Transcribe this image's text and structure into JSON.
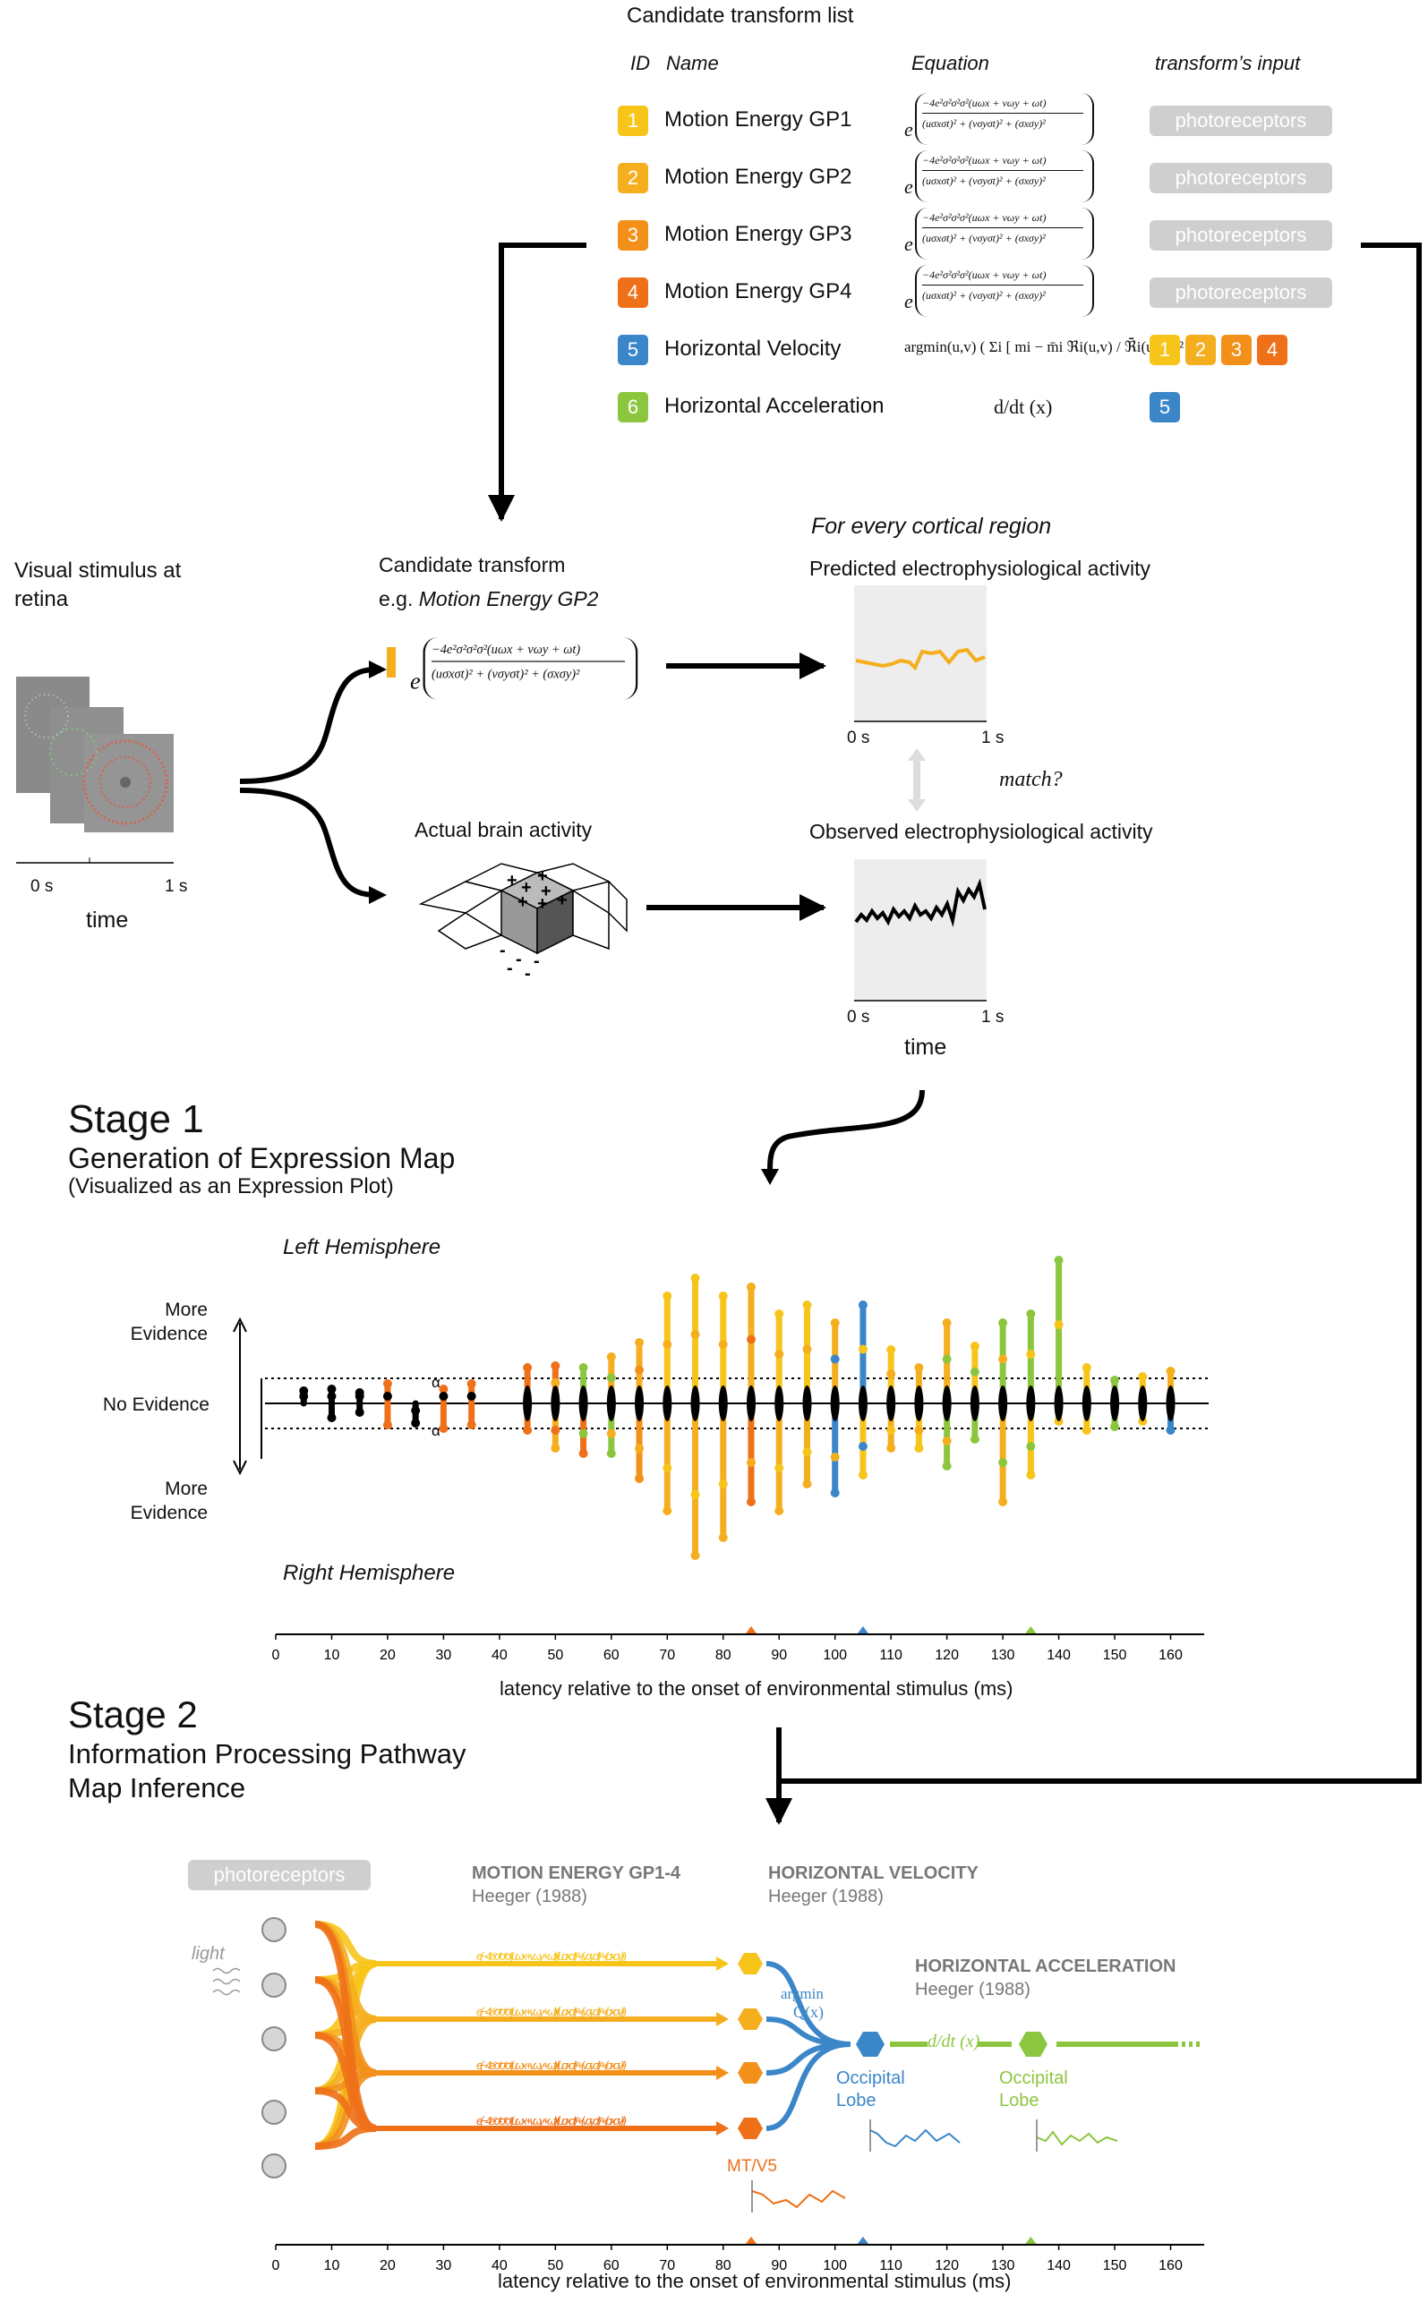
{
  "top": {
    "list_title": "Candidate transform list",
    "headers": {
      "id": "ID",
      "name": "Name",
      "equation": "Equation",
      "input": "transform’s input"
    },
    "equation_text": {
      "numerator": "−4e²σ²σ²σ²(uωx + vωy + ωt)",
      "denominator": "(uσxσt)² + (vσyσt)² + (σxσy)²",
      "e": "e"
    },
    "rows": [
      {
        "id": "1",
        "name": "Motion Energy GP1",
        "color": "#F7C51A",
        "input": "photoreceptors"
      },
      {
        "id": "2",
        "name": "Motion Energy GP2",
        "color": "#F5AE1E",
        "input": "photoreceptors"
      },
      {
        "id": "3",
        "name": "Motion Energy GP3",
        "color": "#F29019",
        "input": "photoreceptors"
      },
      {
        "id": "4",
        "name": "Motion Energy GP4",
        "color": "#EE7018",
        "input": "photoreceptors"
      },
      {
        "id": "5",
        "name": "Horizontal Velocity",
        "color": "#3A86C8",
        "equation": "argmin(u,v) ( Σi [ mi − m̄i ℜi(u,v) / ℜ̄i(u,v) ]² )",
        "input_ids": [
          "1",
          "2",
          "3",
          "4"
        ]
      },
      {
        "id": "6",
        "name": "Horizontal Acceleration",
        "color": "#8CC63F",
        "equation": "d/dt (x)",
        "input_ids": [
          "5"
        ]
      }
    ]
  },
  "middle": {
    "stimulus_label": "Visual stimulus at retina",
    "stim_t0": "0 s",
    "stim_t1": "1 s",
    "stim_time": "time",
    "candidate_title": "Candidate transform",
    "candidate_example": "e.g.",
    "candidate_example_name": "Motion Energy GP2",
    "actual_label": "Actual brain activity",
    "cortical_title": "For every cortical region",
    "predicted_label": "Predicted electrophysiological activity",
    "observed_label": "Observed electrophysiological activity",
    "pred_t0": "0 s",
    "pred_t1": "1 s",
    "obs_t0": "0 s",
    "obs_t1": "1 s",
    "obs_time": "time",
    "match": "match?"
  },
  "stage1": {
    "title": "Stage 1",
    "subtitle": "Generation of Expression Map",
    "note": "(Visualized as an Expression Plot)",
    "left_hemi": "Left Hemisphere",
    "right_hemi": "Right Hemisphere",
    "more_evidence_top": "More Evidence",
    "no_evidence": "No Evidence",
    "more_evidence_bottom": "More Evidence",
    "alpha": "α",
    "axis_label": "latency relative to the onset of environmental stimulus (ms)",
    "ticks": [
      "0",
      "10",
      "20",
      "30",
      "40",
      "50",
      "60",
      "70",
      "80",
      "90",
      "100",
      "110",
      "120",
      "130",
      "140",
      "150",
      "160"
    ]
  },
  "stage2": {
    "title": "Stage 2",
    "subtitle_line1": "Information Processing Pathway",
    "subtitle_line2": "Map Inference",
    "photoreceptors": "photoreceptors",
    "light": "light",
    "me_title": "MOTION ENERGY GP1-4",
    "me_ref": "Heeger (1988)",
    "hv_title": "HORIZONTAL VELOCITY",
    "hv_ref": "Heeger (1988)",
    "ha_title": "HORIZONTAL ACCELERATION",
    "ha_ref": "Heeger (1988)",
    "argmin": "argmin",
    "qx": "Q(x)",
    "ddt": "d/dt (x)",
    "occipital1": "Occipital Lobe",
    "occipital2": "Occipital Lobe",
    "mt": "MT/V5",
    "axis_label": "latency relative to the onset of environmental stimulus (ms)",
    "ticks": [
      "0",
      "10",
      "20",
      "30",
      "40",
      "50",
      "60",
      "70",
      "80",
      "90",
      "100",
      "110",
      "120",
      "130",
      "140",
      "150",
      "160"
    ]
  },
  "chart_data": {
    "type": "scatter",
    "title": "",
    "xlabel": "latency relative to the onset of environmental stimulus (ms)",
    "xlim": [
      0,
      165
    ],
    "markers": [
      {
        "latency": 85,
        "color": "#EE7018"
      },
      {
        "latency": 105,
        "color": "#3A86C8"
      },
      {
        "latency": 135,
        "color": "#8CC63F"
      }
    ]
  }
}
